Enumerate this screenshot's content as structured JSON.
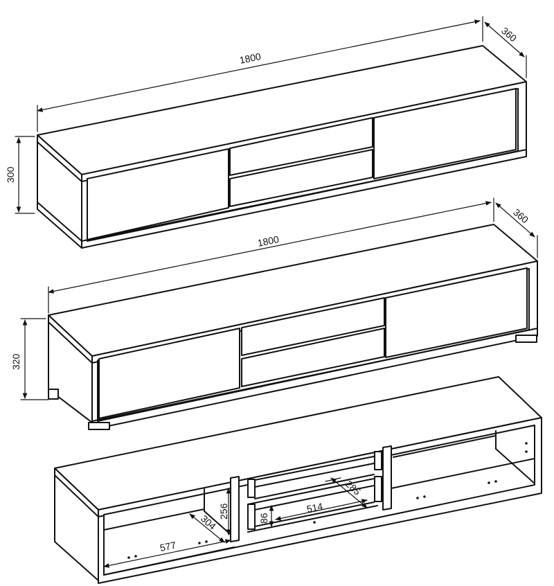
{
  "cabinet_top": {
    "width_label": "1800",
    "depth_label": "360",
    "height_label": "300"
  },
  "cabinet_middle": {
    "width_label": "1800",
    "depth_label": "360",
    "height_label": "320"
  },
  "cabinet_bottom": {
    "inner_height_label": "256",
    "inner_depth_label": "304",
    "inner_width_label": "577",
    "drawer_height_label": "86",
    "drawer_width_label": "514",
    "drawer_depth_label": "285"
  },
  "colors": {
    "line": "#111111",
    "background": "#ffffff"
  }
}
